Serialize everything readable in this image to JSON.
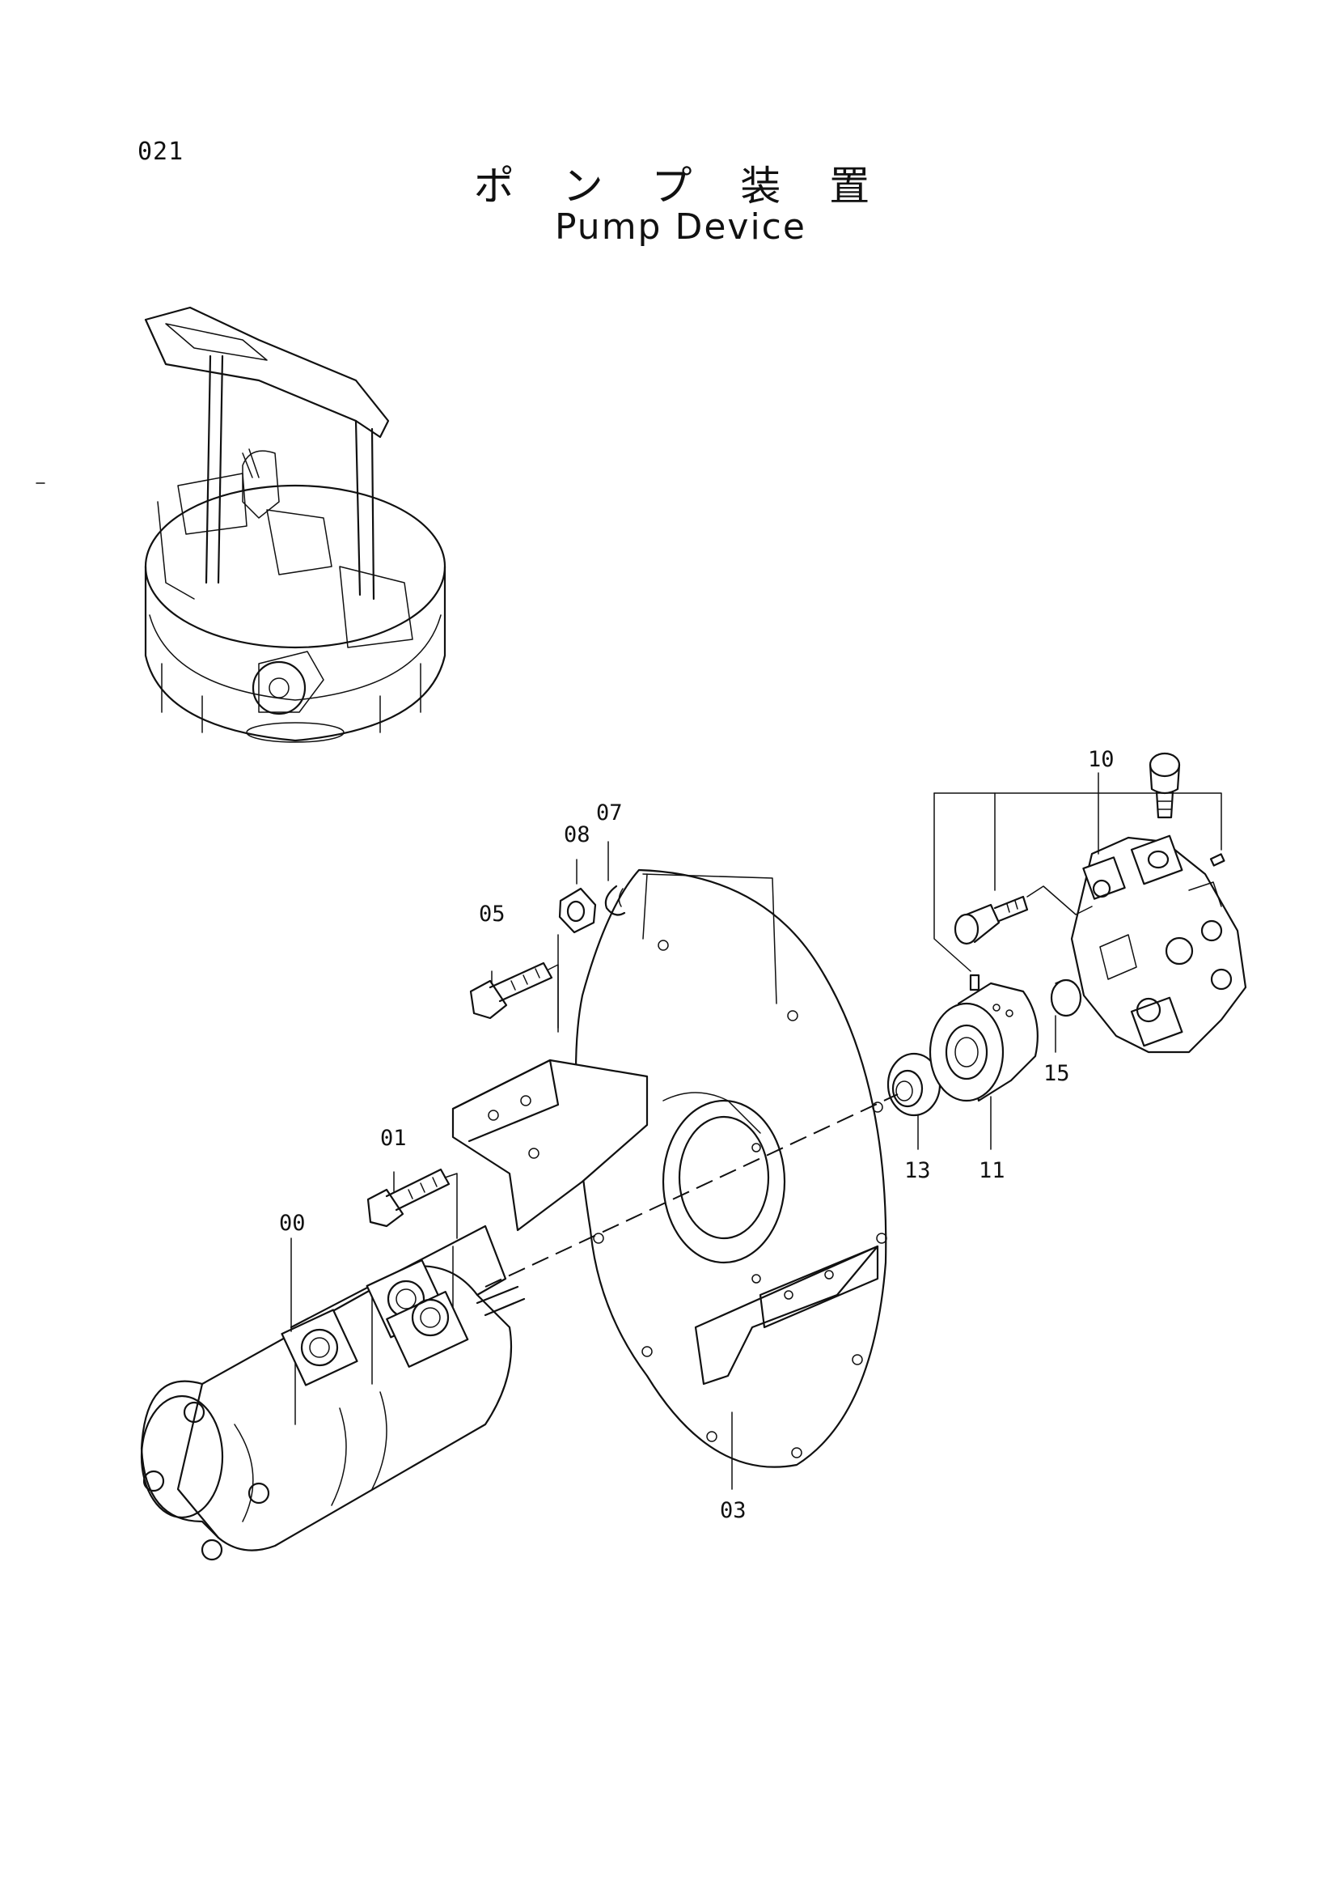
{
  "page_number": "021",
  "title_ja": "ポ ン プ 装 置",
  "title_en": "Pump Device",
  "callouts": [
    {
      "id": "00",
      "label": "00"
    },
    {
      "id": "01",
      "label": "01"
    },
    {
      "id": "03",
      "label": "03"
    },
    {
      "id": "05",
      "label": "05"
    },
    {
      "id": "07",
      "label": "07"
    },
    {
      "id": "08",
      "label": "08"
    },
    {
      "id": "10",
      "label": "10"
    },
    {
      "id": "11",
      "label": "11"
    },
    {
      "id": "13",
      "label": "13"
    },
    {
      "id": "15",
      "label": "15"
    }
  ]
}
